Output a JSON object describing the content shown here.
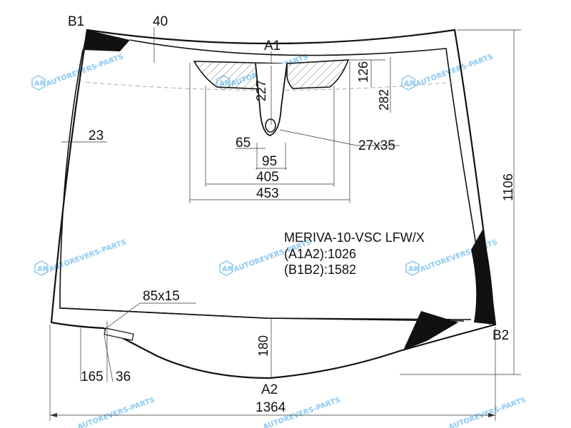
{
  "points": {
    "b1": "B1",
    "a1": "A1",
    "b2": "B2",
    "a2": "A2"
  },
  "dimensions": {
    "top_band": "40",
    "side_band": "23",
    "sensor_126": "126",
    "sensor_227": "227",
    "sensor_282": "282",
    "dim_65": "65",
    "dim_95": "95",
    "dim_405": "405",
    "dim_453": "453",
    "hole": "27x35",
    "height_total": "1106",
    "vin_window": "85x15",
    "bottom_180": "180",
    "dim_165": "165",
    "dim_36": "36",
    "width_total": "1364"
  },
  "info": {
    "model": "MERIVA-10-VSC LFW/X",
    "a1a2": "(A1A2):1026",
    "b1b2": "(B1B2):1582"
  },
  "watermark": {
    "text": "AUTOREVERS-PARTS",
    "logo": "AR",
    "color": "#7fc4ee"
  }
}
